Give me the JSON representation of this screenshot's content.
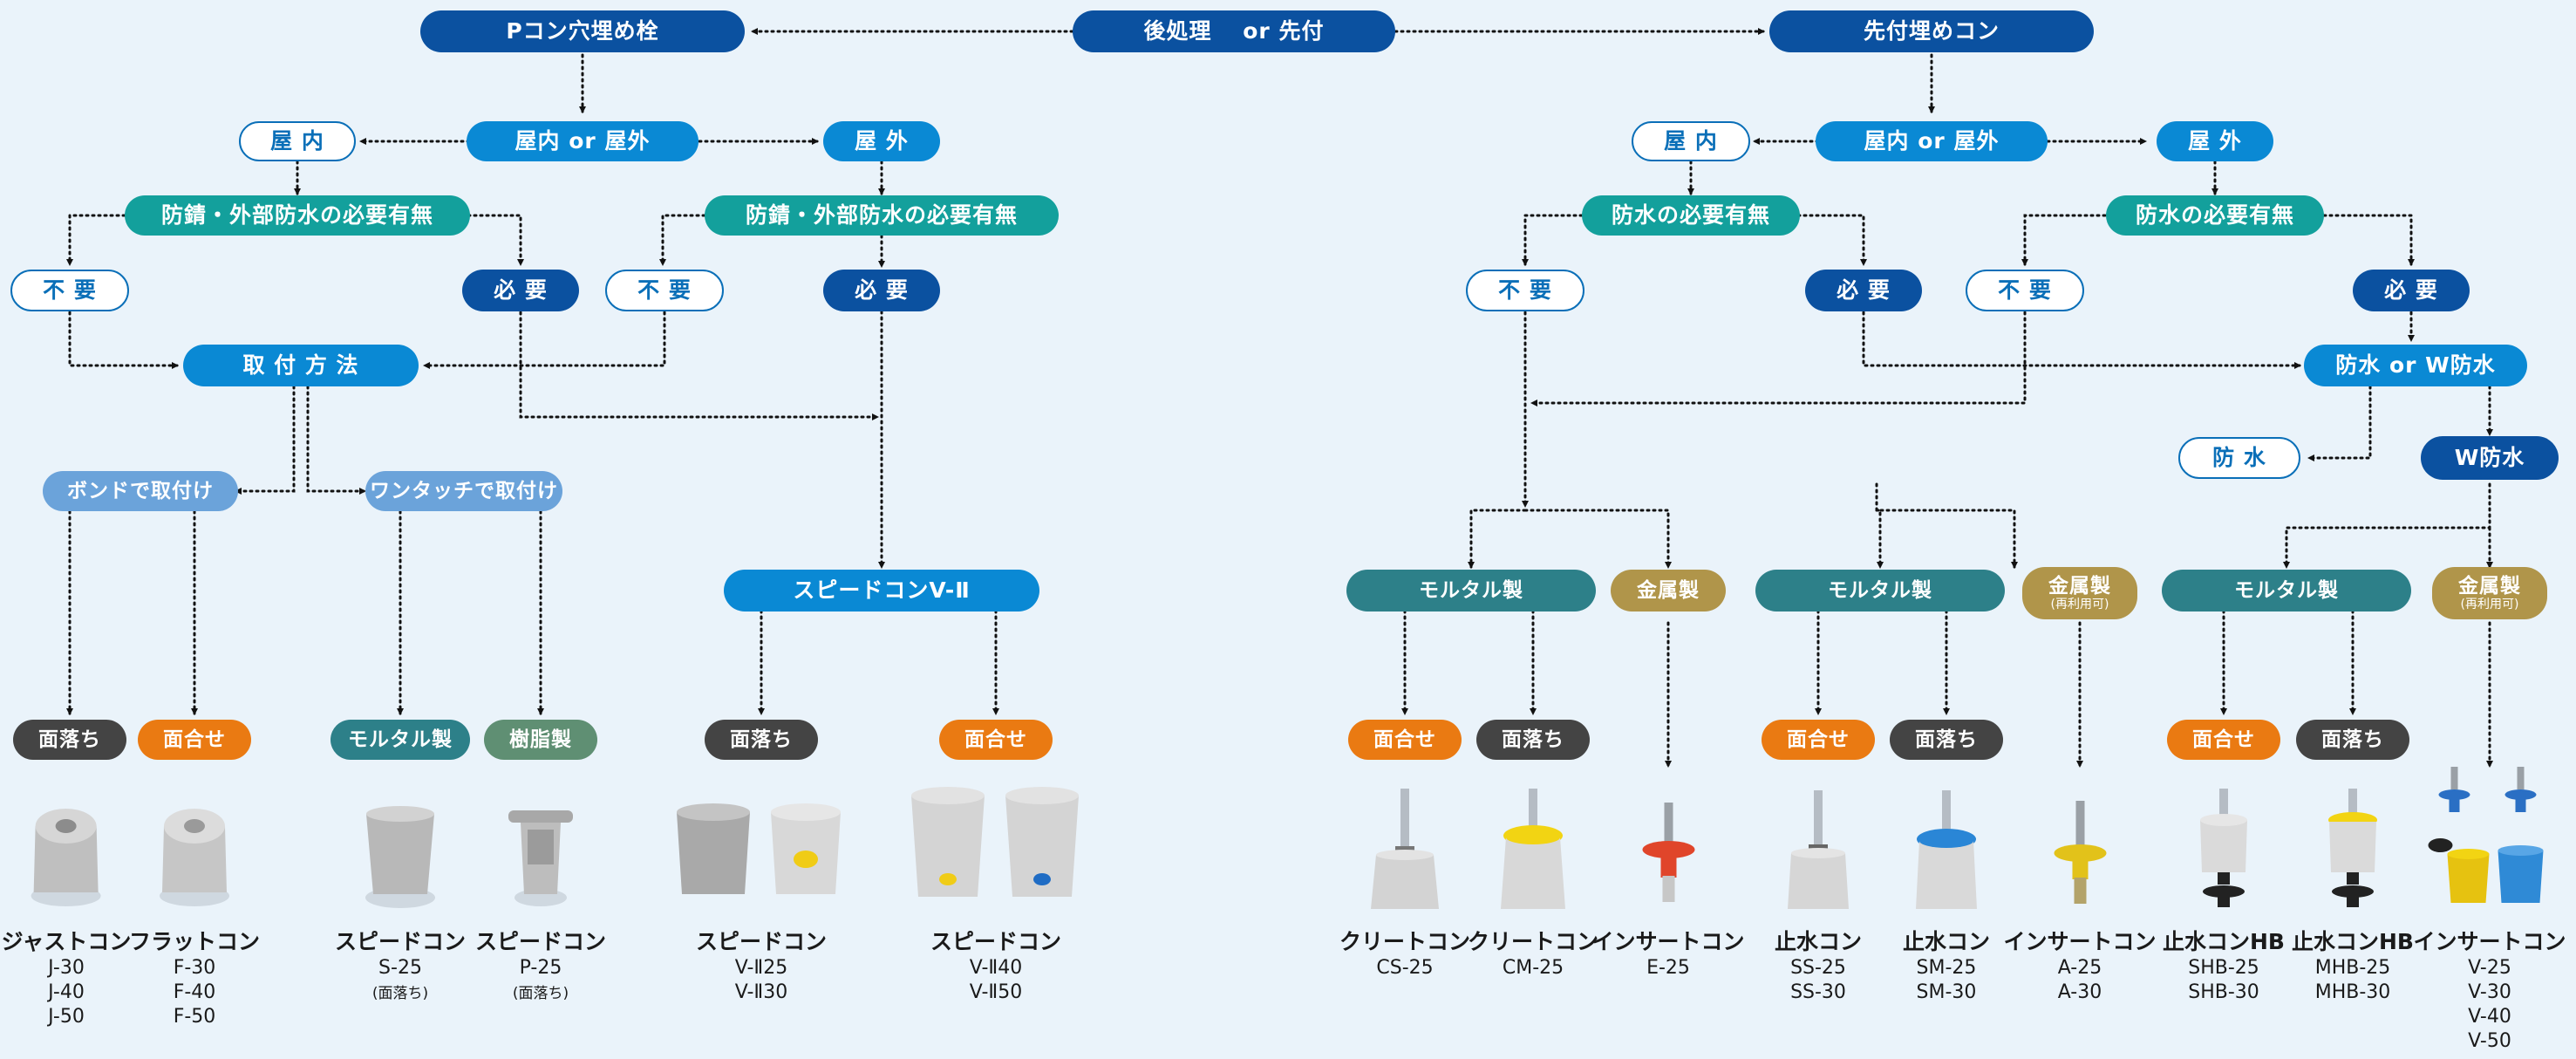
{
  "flow": {
    "root": "後処理　 or 先付",
    "left_title": "Pコン穴埋め栓",
    "right_title": "先付埋めコン",
    "l_io": "屋内 or 屋外",
    "l_in": "屋 内",
    "l_out": "屋 外",
    "l_q1": "防錆・外部防水の必要有無",
    "l_q2": "防錆・外部防水の必要有無",
    "l_no1": "不 要",
    "l_yes1": "必 要",
    "l_no2": "不 要",
    "l_yes2": "必 要",
    "l_method": "取 付 方 法",
    "l_bond": "ボンドで取付け",
    "l_onetouch": "ワンタッチで取付け",
    "l_speed": "スピードコンV-Ⅱ",
    "r_io": "屋内 or 屋外",
    "r_in": "屋 内",
    "r_out": "屋 外",
    "r_q1": "防水の必要有無",
    "r_q2": "防水の必要有無",
    "r_no1": "不 要",
    "r_yes1": "必 要",
    "r_no2": "不 要",
    "r_yes2": "必 要",
    "r_wp_or_w": "防水 or W防水",
    "r_wp": "防 水",
    "r_wwp": "W防水"
  },
  "materials": {
    "mortar_a": "モルタル製",
    "metal_a": "金属製",
    "mortar_b": "モルタル製",
    "metal_b": "金属製",
    "metal_b_note": "(再利用可)",
    "mortar_c": "モルタル製",
    "metal_c": "金属製",
    "metal_c_note": "(再利用可)"
  },
  "finishes": {
    "f1": "面落ち",
    "f2": "面合せ",
    "f3": "モルタル製",
    "f4": "樹脂製",
    "f5": "面落ち",
    "f6": "面合せ",
    "f7": "面合せ",
    "f8": "面落ち",
    "f9": "面合せ",
    "f10": "面落ち",
    "f11": "面合せ",
    "f12": "面落ち"
  },
  "products": [
    {
      "name": "ジャストコン",
      "codes": [
        "J-30",
        "J-40",
        "J-50"
      ]
    },
    {
      "name": "フラットコン",
      "codes": [
        "F-30",
        "F-40",
        "F-50"
      ]
    },
    {
      "name": "スピードコン",
      "codes": [
        "S-25"
      ],
      "note": "(面落ち)"
    },
    {
      "name": "スピードコン",
      "codes": [
        "P-25"
      ],
      "note": "(面落ち)"
    },
    {
      "name": "スピードコン",
      "codes": [
        "V-Ⅱ25",
        "V-Ⅱ30"
      ]
    },
    {
      "name": "スピードコン",
      "codes": [
        "V-Ⅱ40",
        "V-Ⅱ50"
      ]
    },
    {
      "name": "クリートコン",
      "codes": [
        "CS-25"
      ]
    },
    {
      "name": "クリートコン",
      "codes": [
        "CM-25"
      ]
    },
    {
      "name": "インサートコン",
      "codes": [
        "E-25"
      ]
    },
    {
      "name": "止水コン",
      "codes": [
        "SS-25",
        "SS-30"
      ]
    },
    {
      "name": "止水コン",
      "codes": [
        "SM-25",
        "SM-30"
      ]
    },
    {
      "name": "インサートコン",
      "codes": [
        "A-25",
        "A-30"
      ]
    },
    {
      "name": "止水コンHB",
      "codes": [
        "SHB-25",
        "SHB-30"
      ]
    },
    {
      "name": "止水コンHB",
      "codes": [
        "MHB-25",
        "MHB-30"
      ]
    },
    {
      "name": "インサートコン",
      "codes": [
        "V-25",
        "V-30",
        "V-40",
        "V-50"
      ]
    }
  ],
  "colors": {
    "navy": "#0b51a0",
    "blue": "#0a89d4",
    "teal": "#13a09c",
    "light_blue": "#6ba3da",
    "petrol": "#2d8089",
    "gold": "#b0954a",
    "dark": "#444444",
    "orange": "#ea7a12",
    "green": "#5f8f73"
  }
}
